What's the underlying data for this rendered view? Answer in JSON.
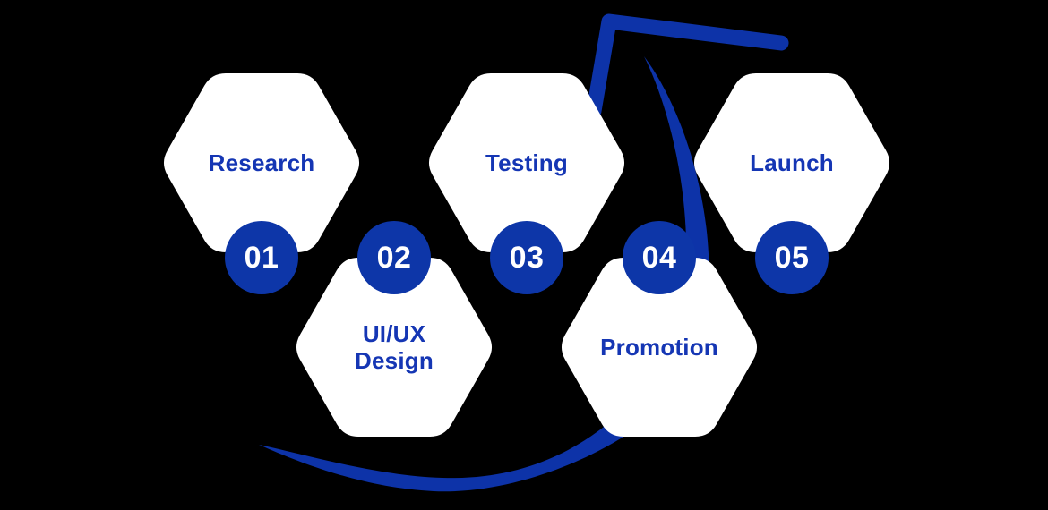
{
  "colors": {
    "background": "#000000",
    "hexagon_fill": "#ffffff",
    "label_text": "#1536b4",
    "badge_fill": "#0d36a8",
    "badge_text": "#ffffff",
    "swoosh": "#0d33a8"
  },
  "steps": [
    {
      "number": "01",
      "label": "Research"
    },
    {
      "number": "02",
      "label": "UI/UX\nDesign"
    },
    {
      "number": "03",
      "label": "Testing"
    },
    {
      "number": "04",
      "label": "Promotion"
    },
    {
      "number": "05",
      "label": "Launch"
    }
  ]
}
